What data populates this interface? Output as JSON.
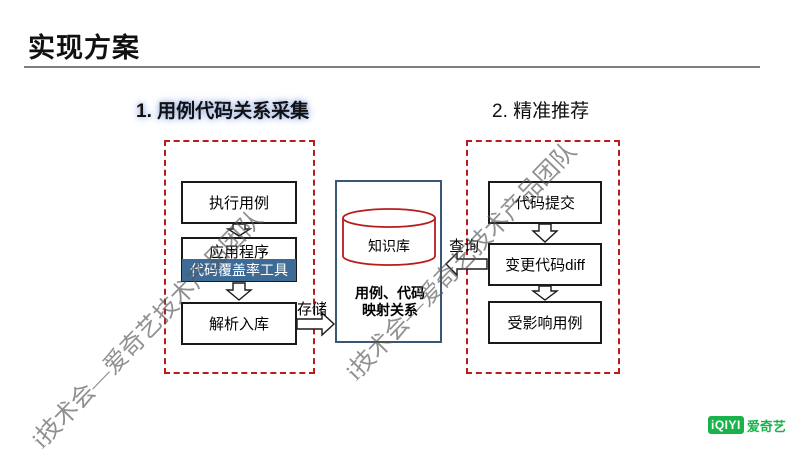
{
  "title": "实现方案",
  "sections": {
    "collect": "1. 用例代码关系采集",
    "recommend": "2. 精准推荐"
  },
  "left_flow": {
    "exec_case": "执行用例",
    "app": "应用程序",
    "coverage_tool": "代码覆盖率工具",
    "parse_store": "解析入库"
  },
  "right_flow": {
    "commit": "代码提交",
    "diff": "变更代码diff",
    "affected": "受影响用例"
  },
  "knowledge_base": {
    "db_label": "知识库",
    "mapping": "用例、代码映射关系"
  },
  "edges": {
    "store": "存储",
    "query": "查询"
  },
  "watermark": {
    "line1": "i技术会—爱奇艺技术产品团队",
    "line2": "i技术会—爱奇艺技术产品团队"
  },
  "logo": {
    "mark": "iQIYI",
    "text": "爱奇艺"
  },
  "colors": {
    "dashed_border": "#b81c1c",
    "coverage_fill": "#3e6b95",
    "kb_border": "#3a5875",
    "logo_green": "#19b24b"
  }
}
